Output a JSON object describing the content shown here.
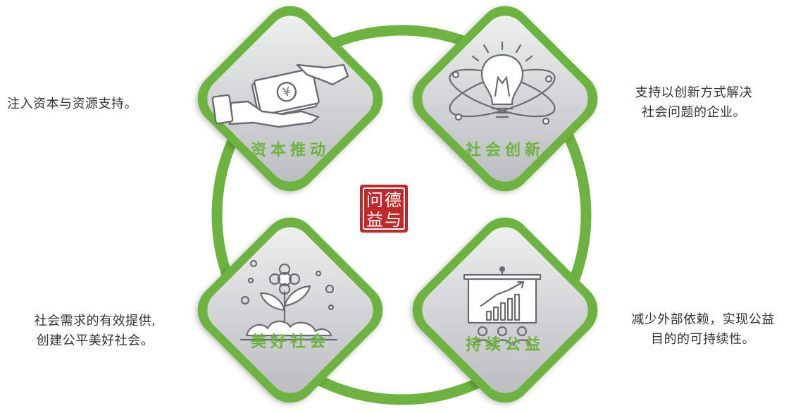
{
  "center_seal": {
    "characters": [
      "问",
      "德",
      "益",
      "与"
    ],
    "color": "#c0282a"
  },
  "colors": {
    "ring": "#6cb33f",
    "card_border": "#6cb33f",
    "card_fill": "#d6d8d9",
    "label": "#6cb33f",
    "text": "#333333"
  },
  "cards": {
    "capital": {
      "label": "资本推动",
      "icon": "money-hands-icon"
    },
    "innovation": {
      "label": "社会创新",
      "icon": "lightbulb-atom-icon"
    },
    "society": {
      "label": "美好社会",
      "icon": "growing-plant-icon"
    },
    "sustain": {
      "label": "持续公益",
      "icon": "presentation-chart-icon"
    }
  },
  "descriptions": {
    "capital": [
      "注入资本与资源支持。"
    ],
    "innovation": [
      "支持以创新方式解决",
      "社会问题的企业。"
    ],
    "society": [
      "社会需求的有效提供,",
      "创建公平美好社会。"
    ],
    "sustain": [
      "减少外部依赖，实现公益",
      "目的的可持续性。"
    ]
  }
}
